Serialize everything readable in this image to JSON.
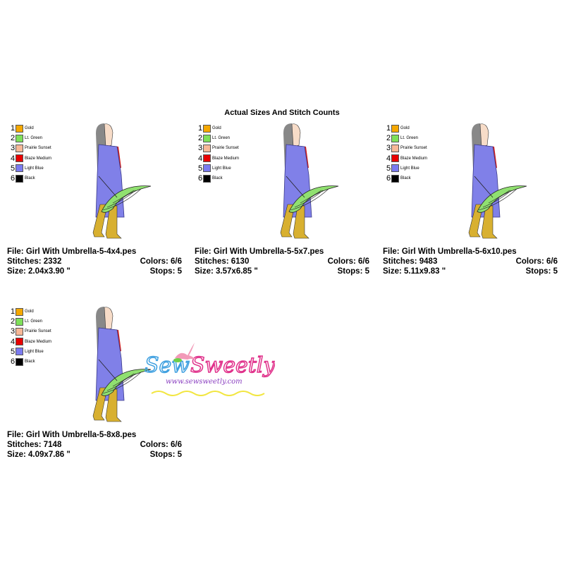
{
  "title": "Actual Sizes And Stitch Counts",
  "colors": [
    {
      "num": "1",
      "name": "Gold",
      "hex": "#f5a800"
    },
    {
      "num": "2",
      "name": "Lt. Green",
      "hex": "#7fe05a"
    },
    {
      "num": "3",
      "name": "Prairie Sunset",
      "hex": "#f7b898"
    },
    {
      "num": "4",
      "name": "Blaze Medium",
      "hex": "#e80000"
    },
    {
      "num": "5",
      "name": "Light Blue",
      "hex": "#7b7bf0"
    },
    {
      "num": "6",
      "name": "Black",
      "hex": "#000000"
    }
  ],
  "designs": [
    {
      "file": "File: Girl With Umbrella-5-4x4.pes",
      "stitches": "Stitches: 2332",
      "colors": "Colors: 6/6",
      "size": "Size: 2.04x3.90 \"",
      "stops": "Stops: 5"
    },
    {
      "file": "File: Girl With Umbrella-5-5x7.pes",
      "stitches": "Stitches: 6130",
      "colors": "Colors: 6/6",
      "size": "Size: 3.57x6.85 \"",
      "stops": "Stops: 5"
    },
    {
      "file": "File: Girl With Umbrella-5-6x10.pes",
      "stitches": "Stitches: 9483",
      "colors": "Colors: 6/6",
      "size": "Size: 5.11x9.83 \"",
      "stops": "Stops: 5"
    },
    {
      "file": "File: Girl With Umbrella-5-8x8.pes",
      "stitches": "Stitches: 7148",
      "colors": "Colors: 6/6",
      "size": "Size: 4.09x7.86 \"",
      "stops": "Stops: 5"
    }
  ],
  "logo": {
    "brand": "Sew Sweetly",
    "url": "www.sewsweetly.com"
  }
}
